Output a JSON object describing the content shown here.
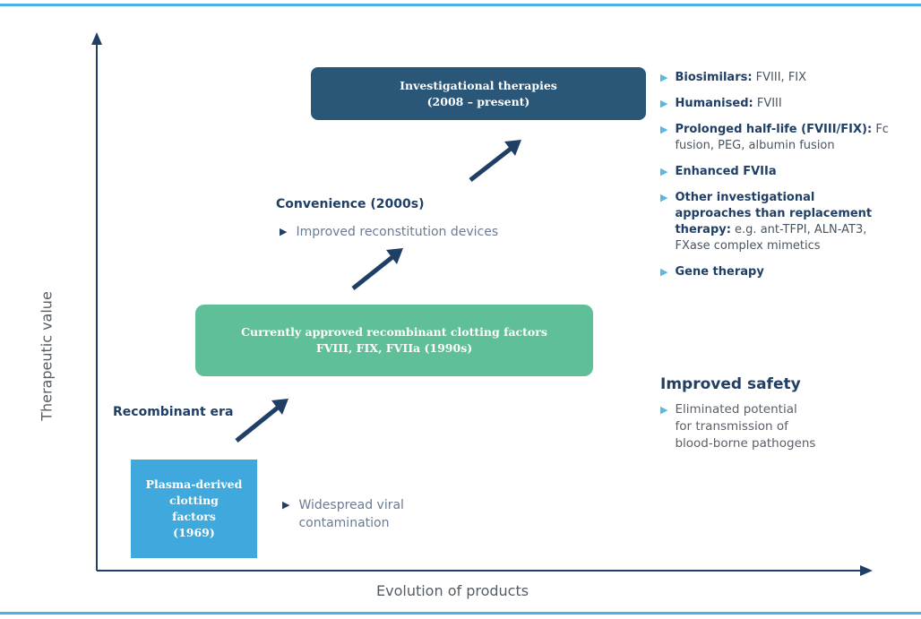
{
  "colors": {
    "frame": "#4fb0e4",
    "axis": "#1f3f66",
    "plasma_box": "#3fa8dc",
    "recombinant_box": "#5fbf98",
    "investigational_box": "#2a5678",
    "arrow": "#1f3f66",
    "bullet_light": "#55b9e3",
    "bullet_dark": "#1f3f66"
  },
  "axes": {
    "y_label": "Therapeutic value",
    "x_label": "Evolution of products"
  },
  "boxes": {
    "plasma": {
      "lines": [
        "Plasma-derived",
        "clotting",
        "factors",
        "(1969)"
      ]
    },
    "recombinant": {
      "lines": [
        "Currently approved recombinant clotting factors",
        "FVIII, FIX, FVIIa (1990s)"
      ]
    },
    "investigational": {
      "lines": [
        "Investigational therapies",
        "(2008 – present)"
      ]
    }
  },
  "notes": {
    "plasma": {
      "lines": [
        "Widespread viral",
        "contamination"
      ]
    },
    "recombinant_era": "Recombinant era",
    "convenience": {
      "title": "Convenience (2000s)",
      "item": "Improved reconstitution devices"
    }
  },
  "investigational_list": [
    {
      "bold": "Biosimilars:",
      "detail": " FVIII, FIX"
    },
    {
      "bold": "Humanised:",
      "detail": " FVIII"
    },
    {
      "bold": "Prolonged half-life (FVIII/FIX):",
      "detail": " Fc fusion, PEG, albumin fusion"
    },
    {
      "bold": "Enhanced FVIIa",
      "detail": ""
    },
    {
      "bold": "Other investigational approaches than replacement therapy:",
      "detail": " e.g. ant-TFPI, ALN-AT3, FXase complex mimetics"
    },
    {
      "bold": "Gene therapy",
      "detail": ""
    }
  ],
  "safety": {
    "title": "Improved safety",
    "lines": [
      "Eliminated potential",
      "for transmission of",
      "blood-borne pathogens"
    ]
  },
  "icons": {
    "bullet": "triangle-right-icon",
    "progress_arrow": "diagonal-arrow-icon"
  }
}
